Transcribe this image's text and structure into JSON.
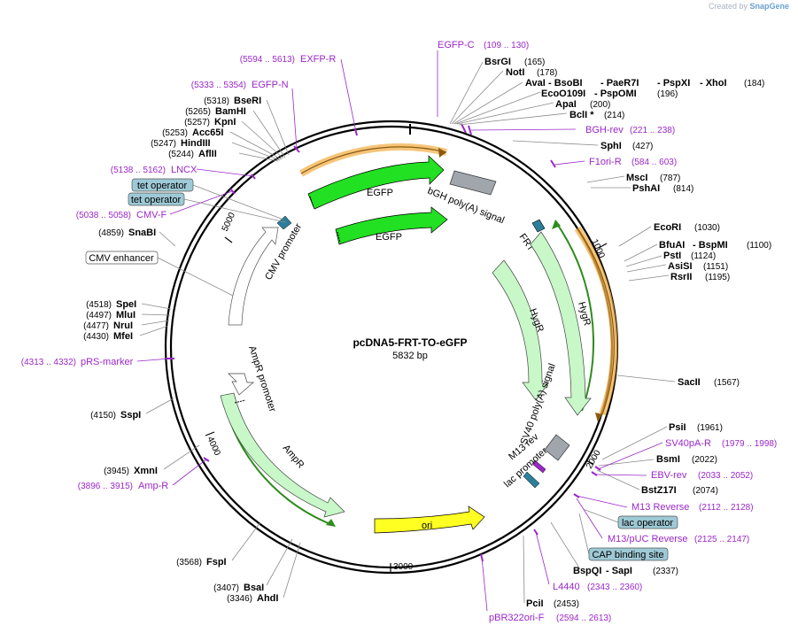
{
  "header": {
    "credit_prefix": "Created by",
    "credit_logo": "SnapGene"
  },
  "plasmid": {
    "name": "pcDNA5-FRT-TO-eGFP",
    "size": "5832 bp",
    "length": 5832,
    "backbone_color": "#000000",
    "ticks": [
      {
        "pos": 1000,
        "label": "1000"
      },
      {
        "pos": 2000,
        "label": "2000"
      },
      {
        "pos": 3000,
        "label": "3000"
      },
      {
        "pos": 4000,
        "label": "4000"
      },
      {
        "pos": 5000,
        "label": "5000"
      }
    ]
  },
  "colors": {
    "enzyme": "#000000",
    "primer": "#9b27c9",
    "egfp": "#22e022",
    "hygr": "#c8f7c8",
    "ampr": "#c8f7c8",
    "ori": "#ffff22",
    "polyA": "#a0a6ac",
    "promoter": "#ffffff",
    "binding_site": "#9ec9d6",
    "orf_orange": "#f3b14c",
    "orf_dark": "#2e8b1e"
  },
  "enzymes": [
    {
      "name": "BsrGI",
      "pos": "(165)"
    },
    {
      "name": "NotI",
      "pos": "(178)"
    },
    {
      "name": "AvaI",
      "extra": [
        " - BsoBI",
        " - PaeR7I",
        " - PspXI",
        " - XhoI"
      ],
      "pos": "(184)"
    },
    {
      "name": "EcoO109I",
      "extra": [
        " - PspOMI"
      ],
      "pos": "(196)"
    },
    {
      "name": "ApaI",
      "pos": "(200)"
    },
    {
      "name": "BclI *",
      "pos": "(214)"
    },
    {
      "name": "SphI",
      "pos": "(427)"
    },
    {
      "name": "MscI",
      "pos": "(787)"
    },
    {
      "name": "PshAI",
      "pos": "(814)"
    },
    {
      "name": "EcoRI",
      "pos": "(1030)"
    },
    {
      "name": "BfuAI",
      "extra": [
        " - BspMI"
      ],
      "pos": "(1100)"
    },
    {
      "name": "PstI",
      "pos": "(1124)"
    },
    {
      "name": "AsiSI",
      "pos": "(1151)"
    },
    {
      "name": "RsrII",
      "pos": "(1195)"
    },
    {
      "name": "SacII",
      "pos": "(1567)"
    },
    {
      "name": "PsiI",
      "pos": "(1961)"
    },
    {
      "name": "BsmI",
      "pos": "(2022)"
    },
    {
      "name": "BstZ17I",
      "pos": "(2074)"
    },
    {
      "name": "BspQI",
      "extra": [
        " - SapI"
      ],
      "pos": "(2337)"
    },
    {
      "name": "PciI",
      "pos": "(2453)"
    },
    {
      "name": "AhdI",
      "pos": "(3346)"
    },
    {
      "name": "BsaI",
      "pos": "(3407)"
    },
    {
      "name": "FspI",
      "pos": "(3568)"
    },
    {
      "name": "XmnI",
      "pos": "(3945)"
    },
    {
      "name": "SspI",
      "pos": "(4150)"
    },
    {
      "name": "MfeI",
      "pos": "(4430)"
    },
    {
      "name": "NruI",
      "pos": "(4477)"
    },
    {
      "name": "MluI",
      "pos": "(4497)"
    },
    {
      "name": "SpeI",
      "pos": "(4518)"
    },
    {
      "name": "SnaBI",
      "pos": "(4859)"
    },
    {
      "name": "AflII",
      "pos": "(5244)"
    },
    {
      "name": "HindIII",
      "pos": "(5247)"
    },
    {
      "name": "Acc65I",
      "pos": "(5253)"
    },
    {
      "name": "KpnI",
      "pos": "(5257)"
    },
    {
      "name": "BamHI",
      "pos": "(5265)"
    },
    {
      "name": "BseRI",
      "pos": "(5318)"
    }
  ],
  "primers": [
    {
      "name": "EGFP-C",
      "range": "(109 .. 130)"
    },
    {
      "name": "BGH-rev",
      "range": "(221 .. 238)"
    },
    {
      "name": "F1ori-R",
      "range": "(584 .. 603)"
    },
    {
      "name": "SV40pA-R",
      "range": "(1979 .. 1998)"
    },
    {
      "name": "EBV-rev",
      "range": "(2033 .. 2052)"
    },
    {
      "name": "M13 Reverse",
      "range": "(2112 .. 2128)"
    },
    {
      "name": "M13/pUC Reverse",
      "range": "(2125 .. 2147)"
    },
    {
      "name": "L4440",
      "range": "(2343 .. 2360)"
    },
    {
      "name": "pBR322ori-F",
      "range": "(2594 .. 2613)"
    },
    {
      "name": "Amp-R",
      "range": "(3896 .. 3915)"
    },
    {
      "name": "pRS-marker",
      "range": "(4313 .. 4332)"
    },
    {
      "name": "CMV-F",
      "range": "(5038 .. 5058)"
    },
    {
      "name": "LNCX",
      "range": "(5138 .. 5162)"
    },
    {
      "name": "EGFP-N",
      "range": "(5333 .. 5354)"
    },
    {
      "name": "EXFP-R",
      "range": "(5594 .. 5613)"
    }
  ],
  "site_boxes": [
    {
      "name": "tet operator"
    },
    {
      "name": "tet operator"
    },
    {
      "name": "CMV enhancer"
    },
    {
      "name": "lac operator"
    },
    {
      "name": "CAP binding site"
    }
  ],
  "features": {
    "egfp1": "EGFP",
    "egfp2": "EGFP",
    "bgh": "bGH poly(A) signal",
    "frt": "FRT",
    "hygr1": "HygR",
    "hygr2": "HygR",
    "sv40": "SV40 poly(A) signal",
    "m13rev": "M13 rev",
    "lacprom": "lac promoter",
    "ori": "ori",
    "ampr": "AmpR",
    "ampprom": "AmpR promoter",
    "cmvprom": "CMV promoter"
  }
}
